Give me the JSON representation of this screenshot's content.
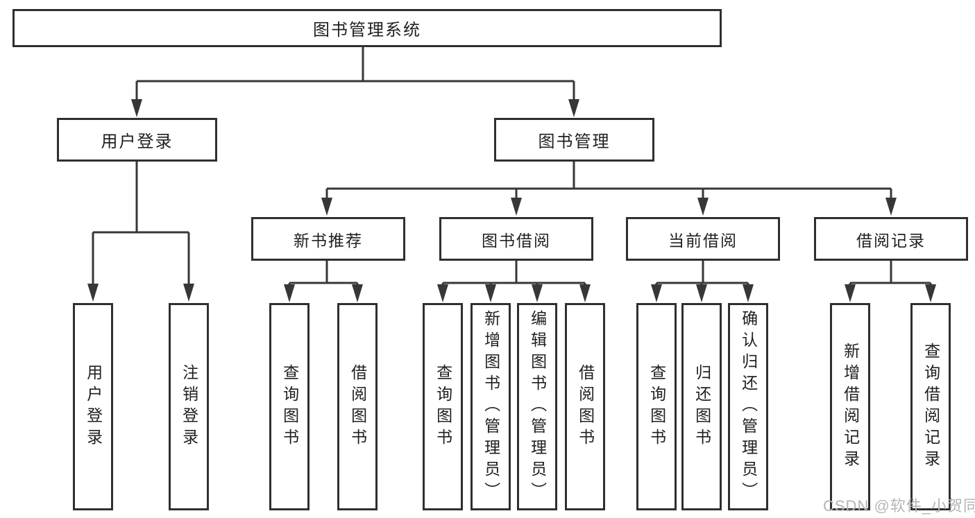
{
  "diagram": {
    "type": "hierarchy-tree",
    "root": {
      "label": "图书管理系统"
    },
    "branches": [
      {
        "label": "用户登录",
        "leaves": [
          "用户登录",
          "注销登录"
        ]
      },
      {
        "label": "图书管理",
        "children": [
          {
            "label": "新书推荐",
            "leaves": [
              "查询图书",
              "借阅图书"
            ]
          },
          {
            "label": "图书借阅",
            "leaves": [
              "查询图书",
              "新增图书（管理员）",
              "编辑图书（管理员）",
              "借阅图书"
            ]
          },
          {
            "label": "当前借阅",
            "leaves": [
              "查询图书",
              "归还图书",
              "确认归还（管理员）"
            ]
          },
          {
            "label": "借阅记录",
            "leaves": [
              "新增借阅记录",
              "查询借阅记录"
            ]
          }
        ]
      }
    ]
  },
  "watermark": {
    "text": "CSDN @软件_小贺同学"
  },
  "colors": {
    "background": "#ffffff",
    "box_fill": "#ffffff",
    "box_border": "#2f2f2f",
    "line": "#373737",
    "text": "#1f1f1f",
    "watermark": "#b5b5b5"
  }
}
